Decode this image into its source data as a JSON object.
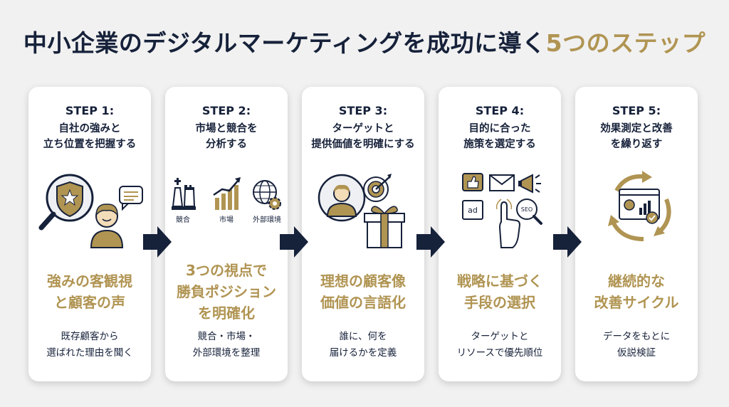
{
  "header": {
    "title_main": "中小企業のデジタルマーケティングを成功に導く",
    "title_highlight": "5つのステップ"
  },
  "colors": {
    "navy": "#16213a",
    "gold": "#b09452",
    "card": "#ffffff",
    "background": "#f1f1f1"
  },
  "steps": [
    {
      "step": "STEP 1:",
      "subtitle_lines": [
        "自社の強みと",
        "立ち位置を把握する"
      ],
      "icons": [
        "magnifier-icon",
        "shield-star-icon",
        "person-icon",
        "speech-bubble-icon"
      ],
      "headline_lines": [
        "強みの客観視",
        "と顧客の声"
      ],
      "desc_lines": [
        "既存顧客から",
        "選ばれた理由を聞く"
      ]
    },
    {
      "step": "STEP 2:",
      "subtitle_lines": [
        "市場と競合を",
        "分析する"
      ],
      "icons": [
        "chess-pieces-icon",
        "growth-chart-icon",
        "globe-gear-icon"
      ],
      "icon_labels": [
        "競合",
        "市場",
        "外部環境"
      ],
      "headline_lines": [
        "3つの視点で",
        "勝負ポジション",
        "を明確化"
      ],
      "desc_lines": [
        "競合・市場・",
        "外部環境を整理"
      ]
    },
    {
      "step": "STEP 3:",
      "subtitle_lines": [
        "ターゲットと",
        "提供価値を明確にする"
      ],
      "icons": [
        "target-person-icon",
        "target-arrow-icon",
        "gift-box-icon"
      ],
      "headline_lines": [
        "理想の顧客像",
        "価値の言語化"
      ],
      "desc_lines": [
        "誰に、何を",
        "届けるかを定義"
      ]
    },
    {
      "step": "STEP 4:",
      "subtitle_lines": [
        "目的に合った",
        "施策を選定する"
      ],
      "icons": [
        "thumbs-up-icon",
        "mail-icon",
        "megaphone-icon",
        "ad-icon",
        "tap-hand-icon",
        "seo-search-icon"
      ],
      "icon_labels": [
        "ad",
        "SEO"
      ],
      "headline_lines": [
        "戦略に基づく",
        "手段の選択"
      ],
      "desc_lines": [
        "ターゲットと",
        "リソースで優先順位"
      ]
    },
    {
      "step": "STEP 5:",
      "subtitle_lines": [
        "効果測定と改善",
        "を繰り返す"
      ],
      "icons": [
        "cycle-arrows-icon",
        "dashboard-icon"
      ],
      "headline_lines": [
        "継続的な",
        "改善サイクル"
      ],
      "desc_lines": [
        "データをもとに",
        "仮説検証"
      ]
    }
  ]
}
